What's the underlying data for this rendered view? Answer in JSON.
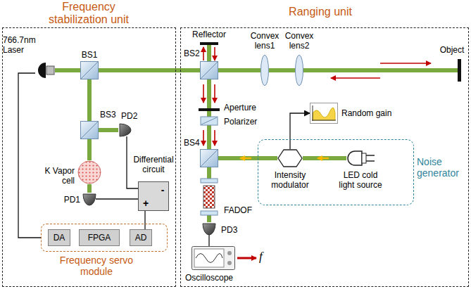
{
  "diagram": {
    "nodes": [
      {
        "text": [
          "Frequency stabilization unit"
        ]
      },
      {
        "text": [
          "Ranging unit"
        ]
      },
      {
        "text": [
          "766.7nm Laser"
        ],
        "in": 0
      },
      {
        "text": [
          "BS1"
        ],
        "in": 0
      },
      {
        "text": [
          "BS3"
        ],
        "in": 0
      },
      {
        "text": [
          "PD2"
        ],
        "in": 0
      },
      {
        "text": [
          "K Vapor cell"
        ],
        "in": 0
      },
      {
        "text": [
          "PD1"
        ],
        "in": 0
      },
      {
        "text": [
          "Differential circuit",
          "-",
          "+"
        ],
        "in": 0
      },
      {
        "text": [
          "Frequency servo module"
        ],
        "in": 0
      },
      {
        "text": [
          "DA"
        ],
        "in": 9
      },
      {
        "text": [
          "FPGA"
        ],
        "in": 9
      },
      {
        "text": [
          "AD"
        ],
        "in": 9
      },
      {
        "text": [
          "BS2"
        ],
        "in": 1
      },
      {
        "text": [
          "Reflector"
        ],
        "in": 1
      },
      {
        "text": [
          "Convex lens1"
        ],
        "in": 1
      },
      {
        "text": [
          "Convex lens2"
        ],
        "in": 1
      },
      {
        "text": [
          "Object"
        ],
        "in": 1
      },
      {
        "text": [
          "BS4"
        ],
        "in": 1
      },
      {
        "text": [
          "Noise generator"
        ],
        "in": 1
      },
      {
        "text": [
          "Intensity modulator"
        ],
        "in": 19
      },
      {
        "text": [
          "LED cold light source"
        ],
        "in": 19
      },
      {
        "text": [
          "Random gain"
        ],
        "in": 1
      },
      {
        "text": [
          "FADOF"
        ],
        "in": 1
      },
      {
        "text": [
          "PD3"
        ],
        "in": 1
      },
      {
        "text": [
          "Oscilloscope"
        ],
        "in": 1
      }
    ],
    "edges": [
      {
        "from": 2,
        "to": 3,
        "arrow": "none"
      },
      {
        "from": 3,
        "to": 13,
        "arrow": "none"
      },
      {
        "from": 3,
        "to": 4,
        "arrow": "none"
      },
      {
        "from": 4,
        "to": 5,
        "arrow": "none"
      },
      {
        "from": 4,
        "to": 6,
        "arrow": "none"
      },
      {
        "from": 6,
        "to": 7,
        "arrow": "none"
      },
      {
        "from": 5,
        "to": 8,
        "arrow": "none"
      },
      {
        "from": 7,
        "to": 8,
        "arrow": "none"
      },
      {
        "from": 8,
        "to": 12,
        "arrow": "none"
      },
      {
        "from": 9,
        "to": 2,
        "arrow": "none"
      },
      {
        "from": 13,
        "to": 14,
        "arrow": "none"
      },
      {
        "from": 13,
        "to": 15,
        "arrow": "none"
      },
      {
        "from": 15,
        "to": 16,
        "arrow": "none"
      },
      {
        "from": 16,
        "to": 17,
        "arrow": "none"
      },
      {
        "from": 13,
        "to": 18,
        "arrow": "none"
      },
      {
        "from": 18,
        "to": 23,
        "arrow": "none"
      },
      {
        "from": 23,
        "to": 24,
        "arrow": "none"
      },
      {
        "from": 24,
        "to": 25,
        "arrow": "none"
      },
      {
        "from": 21,
        "to": 20,
        "arrow": "none"
      },
      {
        "from": 20,
        "to": 18,
        "arrow": "none"
      },
      {
        "from": 20,
        "to": 22,
        "arrow": "to"
      }
    ],
    "labels": [
      "Aperture",
      "Polarizer",
      "f"
    ]
  }
}
